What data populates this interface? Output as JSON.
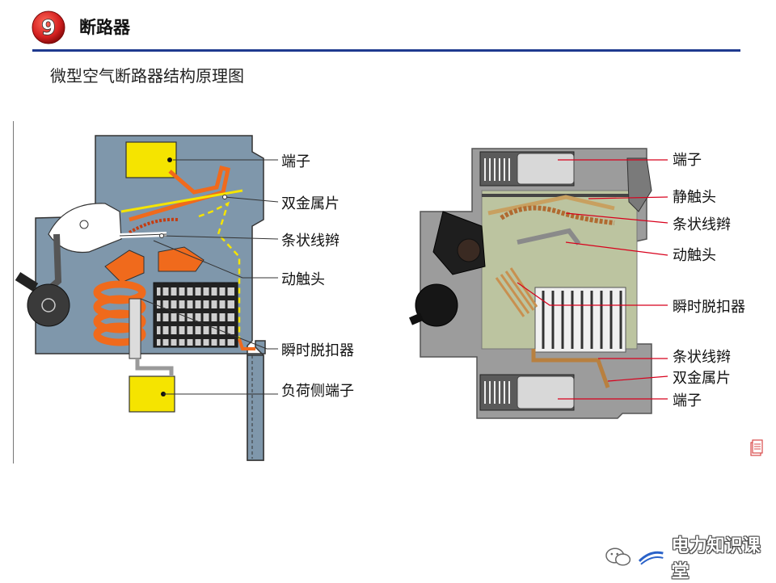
{
  "header": {
    "badge_number": "9",
    "title": "断路器"
  },
  "subtitle": "微型空气断路器结构原理图",
  "left_diagram": {
    "labels": [
      "端子",
      "双金属片",
      "条状线辫",
      "动触头",
      "瞬时脱扣器",
      "负荷侧端子"
    ]
  },
  "right_diagram": {
    "labels": [
      "端子",
      "静触头",
      "条状线辫",
      "动触头",
      "瞬时脱扣器",
      "条状线辫",
      "双金属片",
      "端子"
    ]
  },
  "watermark": {
    "text": "电力知识课堂",
    "icon": "wechat-icon"
  },
  "colors": {
    "accent_rule": "#1f3a8f",
    "badge_red": "#d42020",
    "housing_blue": "#7f97ab",
    "terminal_yellow": "#f5e400",
    "coil_orange": "#f06a1c",
    "leader_red": "#d8001c"
  }
}
